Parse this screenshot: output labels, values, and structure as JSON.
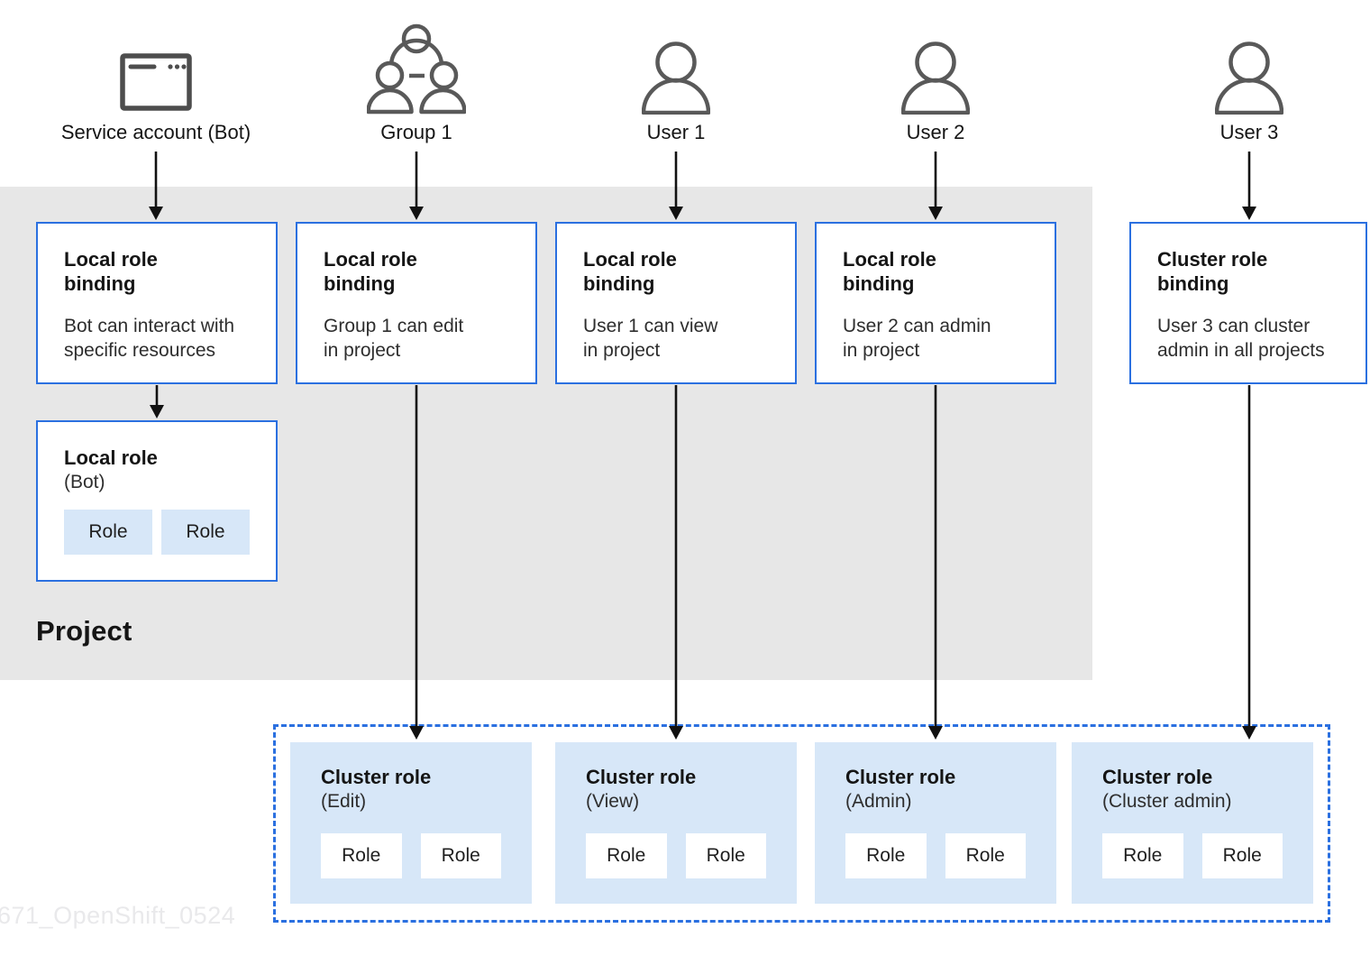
{
  "colors": {
    "accent_blue": "#2b70e0",
    "light_blue_fill": "#d7e7f8",
    "project_gray": "#e7e7e7",
    "line_black": "#151515",
    "icon_gray": "#595959"
  },
  "actors": [
    {
      "label": "Service account (Bot)",
      "icon": "service-account-icon"
    },
    {
      "label": "Group 1",
      "icon": "group-icon"
    },
    {
      "label": "User 1",
      "icon": "user-icon"
    },
    {
      "label": "User 2",
      "icon": "user-icon"
    },
    {
      "label": "User 3",
      "icon": "user-icon"
    }
  ],
  "project": {
    "label": "Project"
  },
  "bindings": [
    {
      "title": "Local role\nbinding",
      "description": "Bot can interact with\nspecific resources"
    },
    {
      "title": "Local role\nbinding",
      "description": "Group 1 can edit\nin project"
    },
    {
      "title": "Local role\nbinding",
      "description": "User 1 can view\nin project"
    },
    {
      "title": "Local role\nbinding",
      "description": "User 2 can admin\nin project"
    },
    {
      "title": "Cluster role\nbinding",
      "description": "User 3 can cluster\nadmin in all projects"
    }
  ],
  "local_role": {
    "title": "Local role",
    "subtitle": "(Bot)",
    "roles": [
      "Role",
      "Role"
    ]
  },
  "cluster_roles": [
    {
      "title": "Cluster role",
      "subtitle": "(Edit)",
      "roles": [
        "Role",
        "Role"
      ]
    },
    {
      "title": "Cluster role",
      "subtitle": "(View)",
      "roles": [
        "Role",
        "Role"
      ]
    },
    {
      "title": "Cluster role",
      "subtitle": "(Admin)",
      "roles": [
        "Role",
        "Role"
      ]
    },
    {
      "title": "Cluster role",
      "subtitle": "(Cluster admin)",
      "roles": [
        "Role",
        "Role"
      ]
    }
  ],
  "watermark": "671_OpenShift_0524"
}
